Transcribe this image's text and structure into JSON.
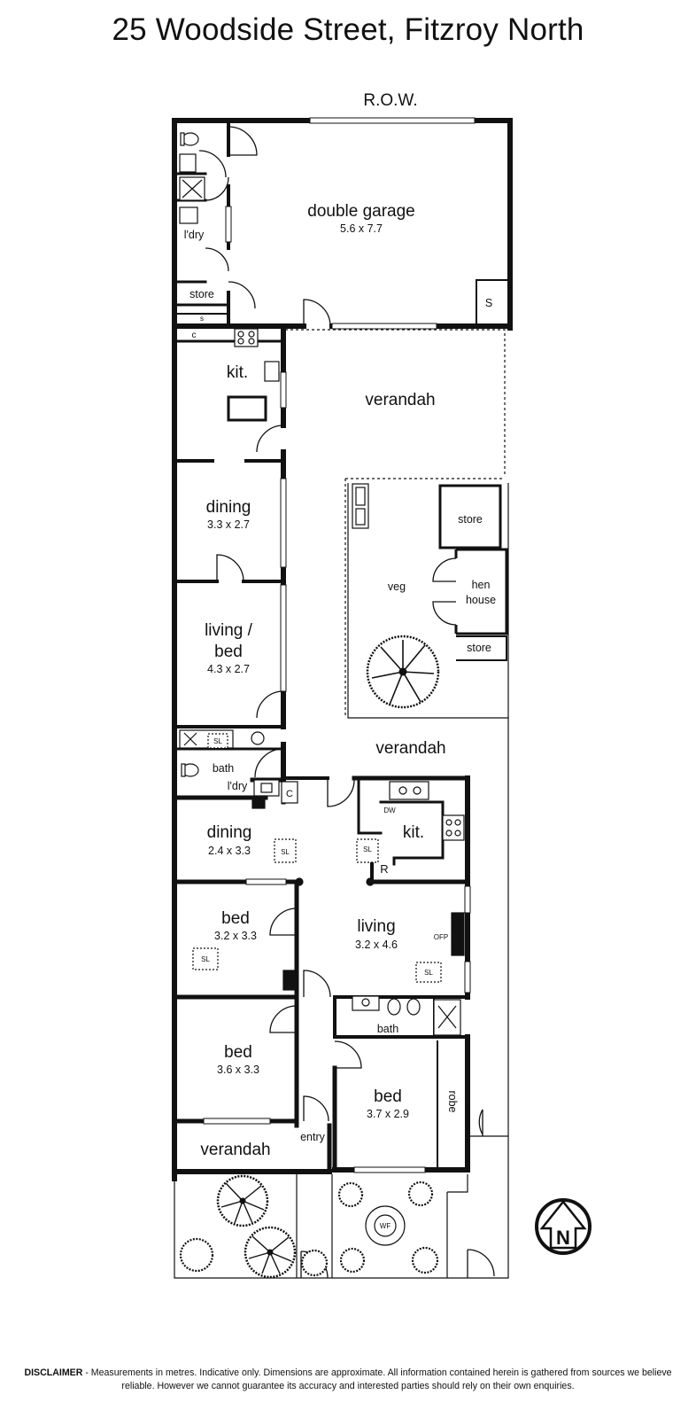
{
  "title": "25 Woodside Street, Fitzroy North",
  "row_label": "R.O.W.",
  "rooms": {
    "double_garage": {
      "name": "double garage",
      "size": "5.6 x 7.7"
    },
    "ldry_rear": "l'dry",
    "store_rear": "store",
    "s_rear": "s",
    "s_garage": "S",
    "c_rear": "c",
    "kit_rear": "kit.",
    "verandah_top": "verandah",
    "dining_rear": {
      "name": "dining",
      "size": "3.3 x 2.7"
    },
    "living_bed": {
      "name_line1": "living /",
      "name_line2": "bed",
      "size": "4.3 x 2.7"
    },
    "store_yard": "store",
    "veg": "veg",
    "hen_house": {
      "line1": "hen",
      "line2": "house"
    },
    "store_yard2": "store",
    "sl": "SL",
    "bath_rear": "bath",
    "ldry_mid": "l'dry",
    "c_mid": "C",
    "verandah_mid": "verandah",
    "dw": "DW",
    "dining_front": {
      "name": "dining",
      "size": "2.4 x 3.3"
    },
    "kit_front": "kit.",
    "r": "R",
    "bed_1": {
      "name": "bed",
      "size": "3.2 x 3.3"
    },
    "living_front": {
      "name": "living",
      "size": "3.2 x 4.6"
    },
    "ofp": "OFP",
    "bath_front": "bath",
    "bed_2": {
      "name": "bed",
      "size": "3.6 x 3.3"
    },
    "bed_3": {
      "name": "bed",
      "size": "3.7 x 2.9"
    },
    "robe": "robe",
    "entry": "entry",
    "verandah_front": "verandah",
    "wf": "WF"
  },
  "compass": "N",
  "disclaimer": {
    "label": "DISCLAIMER",
    "text": " - Measurements in metres. Indicative only. Dimensions are approximate. All information contained herein is gathered from sources we believe reliable. However we cannot guarantee its accuracy and interested parties should rely on their own enquiries."
  },
  "colors": {
    "wall": "#111111",
    "window": "#ffffff",
    "background": "#ffffff"
  }
}
